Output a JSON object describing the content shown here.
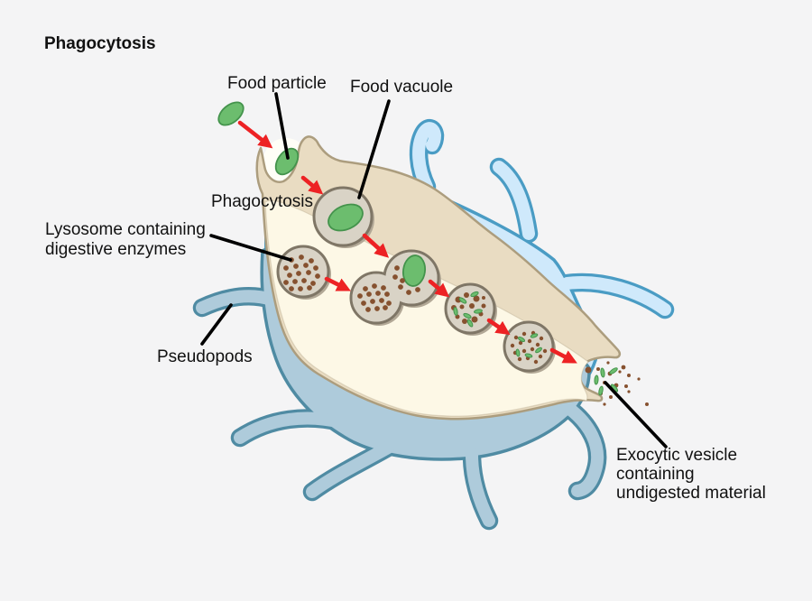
{
  "title": "Phagocytosis",
  "labels": {
    "food_particle": "Food particle",
    "food_vacuole": "Food vacuole",
    "phagocytosis_process": "Phagocytosis",
    "lysosome": {
      "lines": [
        "Lysosome containing",
        "digestive enzymes"
      ]
    },
    "pseudopods": "Pseudopods",
    "exocytic_vesicle": {
      "lines": [
        "Exocytic vesicle",
        "containing",
        "undigested material"
      ]
    }
  },
  "icons": {
    "step_arrow": "red-arrow-icon",
    "pointer_line": "black-label-line"
  },
  "colors": {
    "background": "#F4F4F5",
    "cell_outer_fill": "#AECBDB",
    "cell_outer_stroke": "#4F8BA3",
    "cell_inner_fill": "#CFE9FB",
    "cell_inner_stroke": "#4A9CC4",
    "channel_beige": "#E9DCC2",
    "channel_cream": "#FDF8E6",
    "membrane_stroke": "#AC9D7E",
    "vesicle_fill": "#D9D3C6",
    "vesicle_stroke": "#7F7666",
    "food_green": "#6CBD6E",
    "food_green_stroke": "#44934C",
    "enzyme_brown": "#86512F",
    "arrow_red": "#ED2224",
    "label_text": "#111111"
  }
}
